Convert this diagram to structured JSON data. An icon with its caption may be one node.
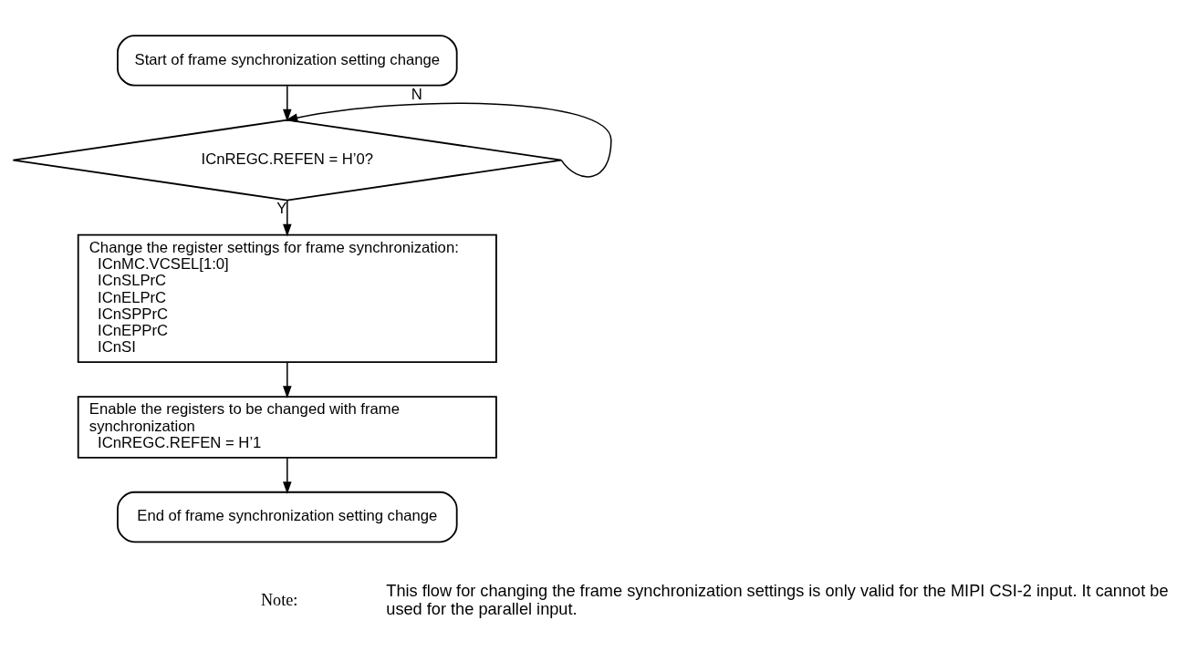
{
  "diagram": {
    "nodes": [
      {
        "text": [
          "Start of frame synchronization setting change"
        ]
      },
      {
        "text": [
          "ICnREGC.REFEN = H’0?"
        ]
      },
      {
        "text": [
          "Change the register settings for frame synchronization:",
          "ICnMC.VCSEL[1:0]",
          "ICnSLPrC",
          "ICnELPrC",
          "ICnSPPrC",
          "ICnEPPrC",
          "ICnSI"
        ]
      },
      {
        "text": [
          "Enable the registers to be changed with frame synchronization",
          "ICnREGC.REFEN = H’1"
        ]
      },
      {
        "text": [
          "End of frame synchronization setting change"
        ]
      }
    ],
    "edges": [
      {
        "from": 0,
        "to": 1,
        "arrow": "to"
      },
      {
        "from": 1,
        "to": 1,
        "arrow": "to",
        "label": "N"
      },
      {
        "from": 1,
        "to": 2,
        "arrow": "to",
        "label": "Y"
      },
      {
        "from": 2,
        "to": 3,
        "arrow": "to"
      },
      {
        "from": 3,
        "to": 4,
        "arrow": "to"
      }
    ],
    "labels": [
      "Note:",
      "This flow for changing the frame synchronization settings is only valid for the MIPI CSI-2 input. It cannot be used for the parallel input."
    ]
  }
}
